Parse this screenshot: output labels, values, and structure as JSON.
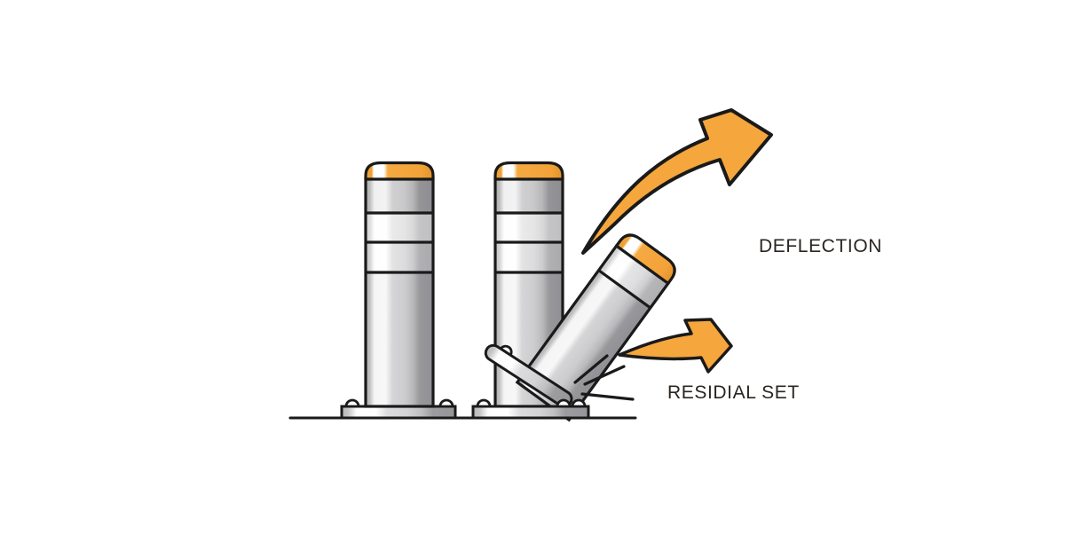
{
  "labels": {
    "deflection": "DEFLECTION",
    "residual_set": "RESIDIAL SET"
  },
  "colors": {
    "background": "#FFFFFF",
    "outline": "#1A1A1A",
    "cap_orange": "#F2A33C",
    "cap_orange_dark": "#E2932C",
    "arrow_orange": "#F5A63C",
    "steel_white": "#FFFFFF",
    "steel_light": "#D6D6D8",
    "steel_mid": "#BFBFC1",
    "steel_dark": "#97979A",
    "label_text": "#2B2520"
  },
  "scene": {
    "elements": [
      "upright bollard on bolted base plate",
      "second bollard deflected to the right after impact",
      "bent base strip at hinge",
      "anchor bolts",
      "ground line",
      "impact emphasis lines",
      "large curved deflection arrow",
      "small residual-set arrow"
    ]
  }
}
